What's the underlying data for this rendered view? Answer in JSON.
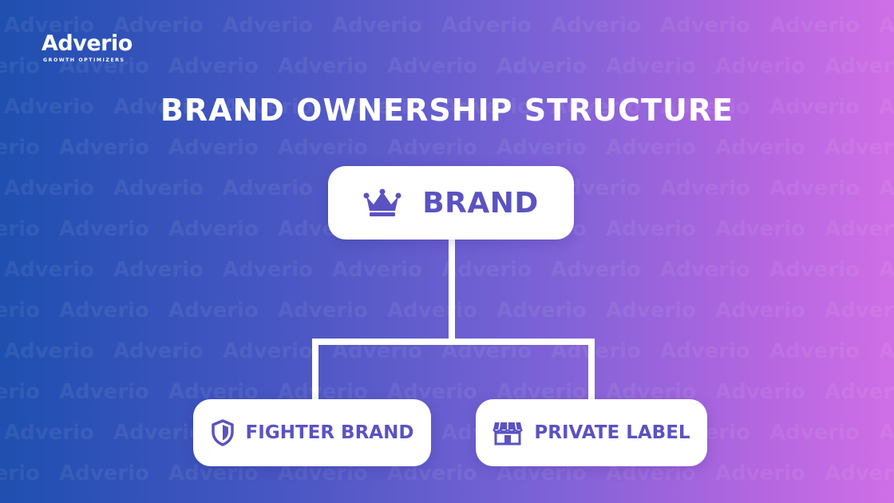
{
  "logo": {
    "wordmark": "Adverio",
    "tagline": "GROWTH OPTIMIZERS"
  },
  "title": "BRAND OWNERSHIP STRUCTURE",
  "watermark_text": "Adverio",
  "diagram": {
    "root": {
      "label": "BRAND",
      "icon": "crown-icon"
    },
    "children": [
      {
        "label": "FIGHTER BRAND",
        "icon": "shield-icon"
      },
      {
        "label": "PRIVATE LABEL",
        "icon": "storefront-icon"
      }
    ]
  },
  "colors": {
    "gradient_left": "#1f4fb0",
    "gradient_right": "#cf6fe6",
    "node_text": "#5b52c2",
    "node_bg": "#ffffff",
    "connector": "#ffffff"
  }
}
